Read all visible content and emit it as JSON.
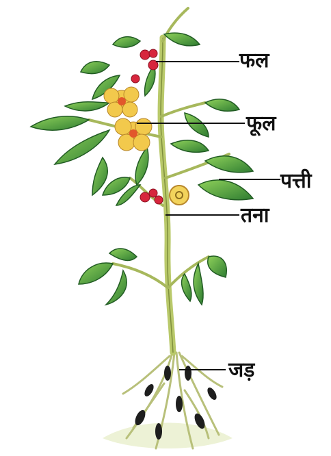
{
  "labels": {
    "fruit": "फल",
    "flower": "फूल",
    "leaf": "पत्ती",
    "stem": "तना",
    "root": "जड़"
  },
  "colors": {
    "stem": "#b9c96a",
    "leaf_dark": "#2f7d32",
    "leaf_light": "#7cbf4a",
    "flower_petal": "#f2c94c",
    "flower_center": "#e2572b",
    "fruit": "#d7263d",
    "root": "#c7cf8e",
    "root_dark": "#1e1e1e",
    "leader_line": "#111111"
  },
  "icons": [
    "plant-illustration"
  ]
}
